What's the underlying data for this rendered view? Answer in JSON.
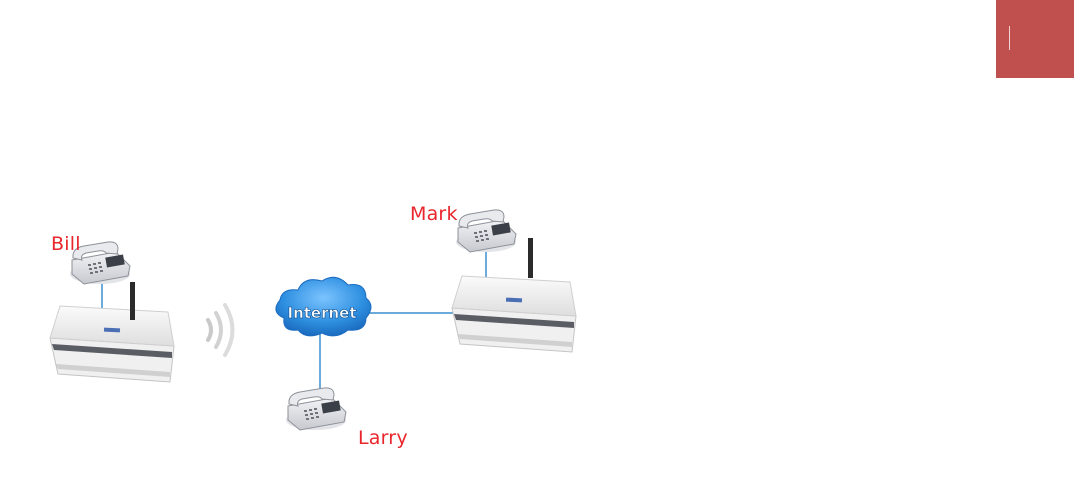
{
  "labels": {
    "bill": "Bill",
    "mark": "Mark",
    "larry": "Larry"
  },
  "internet": {
    "label": "Internet"
  },
  "colors": {
    "accent_tab": "#c0504d",
    "person_label": "#e8262c",
    "link_line": "#3a8fd0",
    "cloud": "#2e8fe0"
  },
  "icons": {
    "phone": "desk-phone-icon",
    "router": "wireless-router-icon",
    "wireless": "wireless-signal-icon",
    "cloud": "internet-cloud-icon"
  }
}
